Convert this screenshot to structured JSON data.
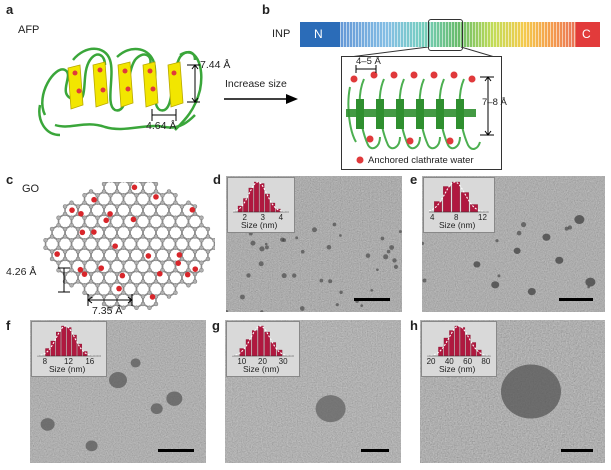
{
  "panels": {
    "a": {
      "label": "a",
      "protein": "AFP",
      "dim_height": "7.44 Å",
      "dim_width": "4.64 Å"
    },
    "arrow": {
      "text": "Increase size"
    },
    "b": {
      "label": "b",
      "protein": "INP",
      "n_term": "N",
      "c_term": "C",
      "dim_spacing": "4–5 Å",
      "dim_height": "7–8 Å",
      "legend": "Anchored clathrate water"
    },
    "c": {
      "label": "c",
      "material": "GO",
      "dim_a": "4.26 Å",
      "dim_b": "7.35 Å"
    },
    "d": {
      "label": "d",
      "xlabel": "Size (nm)",
      "ticks": [
        "2",
        "3",
        "4"
      ]
    },
    "e": {
      "label": "e",
      "xlabel": "Size (nm)",
      "ticks": [
        "4",
        "8",
        "12"
      ]
    },
    "f": {
      "label": "f",
      "xlabel": "Size (nm)",
      "ticks": [
        "8",
        "12",
        "16"
      ]
    },
    "g": {
      "label": "g",
      "xlabel": "Size (nm)",
      "ticks": [
        "10",
        "20",
        "30"
      ]
    },
    "h": {
      "label": "h",
      "xlabel": "Size (nm)",
      "ticks": [
        "20",
        "40",
        "60",
        "80"
      ]
    }
  },
  "colors": {
    "histogram_bar": "#b0183f",
    "fit_curve": "#ffffff",
    "water_dot": "#e0393b",
    "n_term": "#2b6cb8",
    "c_term": "#e23b3b",
    "afp_helix": "#f2e600",
    "inp_sheet": "#2f8f2f"
  },
  "chart_data": [
    {
      "type": "bar",
      "panel": "d",
      "xlabel": "Size (nm)",
      "x": [
        1.6,
        1.9,
        2.2,
        2.5,
        2.8,
        3.1,
        3.4,
        3.7
      ],
      "values": [
        0.2,
        0.45,
        0.8,
        1.0,
        0.95,
        0.6,
        0.3,
        0.1
      ],
      "xlim": [
        1.2,
        4.3
      ]
    },
    {
      "type": "bar",
      "panel": "e",
      "xlabel": "Size (nm)",
      "x": [
        4.5,
        6,
        7.5,
        9,
        10.5
      ],
      "values": [
        0.35,
        0.85,
        1.0,
        0.65,
        0.25
      ],
      "xlim": [
        3,
        13
      ]
    },
    {
      "type": "bar",
      "panel": "f",
      "xlabel": "Size (nm)",
      "x": [
        8,
        9,
        10,
        11,
        12,
        13,
        14,
        15
      ],
      "values": [
        0.25,
        0.5,
        0.8,
        1.0,
        0.95,
        0.7,
        0.4,
        0.15
      ],
      "xlim": [
        6,
        18
      ]
    },
    {
      "type": "bar",
      "panel": "g",
      "xlabel": "Size (nm)",
      "x": [
        10,
        13,
        16,
        19,
        22,
        25,
        28
      ],
      "values": [
        0.25,
        0.55,
        0.85,
        1.0,
        0.8,
        0.45,
        0.2
      ],
      "xlim": [
        5,
        35
      ]
    },
    {
      "type": "bar",
      "panel": "h",
      "xlabel": "Size (nm)",
      "x": [
        30,
        36,
        42,
        48,
        54,
        60,
        66,
        72
      ],
      "values": [
        0.3,
        0.6,
        0.85,
        1.0,
        0.95,
        0.7,
        0.45,
        0.2
      ],
      "xlim": [
        15,
        85
      ]
    }
  ]
}
